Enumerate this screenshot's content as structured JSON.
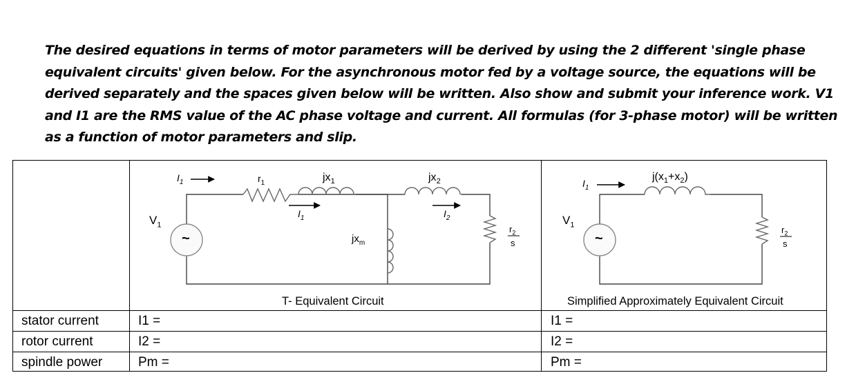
{
  "intro_text": "The desired equations in terms of motor parameters will be derived by using the 2 different 'single phase equivalent circuits' given below. For the asynchronous motor fed by a voltage source, the equations will be derived separately and the spaces given below will be written. Also show and submit your inference work. V1 and I1 are the RMS value of the AC phase voltage and current. All formulas (for 3-phase motor) will be written as a function of motor parameters and slip.",
  "circuits": {
    "t_equivalent": {
      "caption": "T- Equivalent Circuit",
      "labels": {
        "i1_top": "I",
        "i1_sub": "1",
        "r1": "r",
        "r1_sub": "1",
        "jx1": "jx",
        "jx1_sub": "1",
        "jx2": "jx",
        "jx2_sub": "2",
        "i1_mid": "I",
        "i1_mid_sub": "1",
        "i2_mid": "I",
        "i2_mid_sub": "2",
        "v1": "V",
        "v1_sub": "1",
        "jxm": "jx",
        "jxm_sub": "m",
        "r2_num": "r",
        "r2_sub": "2",
        "r2_den": "s",
        "source_symbol": "~"
      }
    },
    "simplified": {
      "caption": "Simplified Approximately Equivalent Circuit",
      "labels": {
        "i1_top": "I",
        "i1_sub": "1",
        "jx12": "j(x",
        "jx12_sub1": "1",
        "jx12_plus": "+x",
        "jx12_sub2": "2",
        "jx12_close": ")",
        "v1": "V",
        "v1_sub": "1",
        "r2_num": "r",
        "r2_sub": "2",
        "r2_den": "s",
        "source_symbol": "~"
      }
    }
  },
  "table": {
    "rows": [
      {
        "name": "stator current",
        "t_eq": "I1 =",
        "simplified": "I1 ="
      },
      {
        "name": "rotor current",
        "t_eq": "I2 =",
        "simplified": "I2 ="
      },
      {
        "name": "spindle power",
        "t_eq": "Pm =",
        "simplified": "Pm ="
      }
    ]
  }
}
